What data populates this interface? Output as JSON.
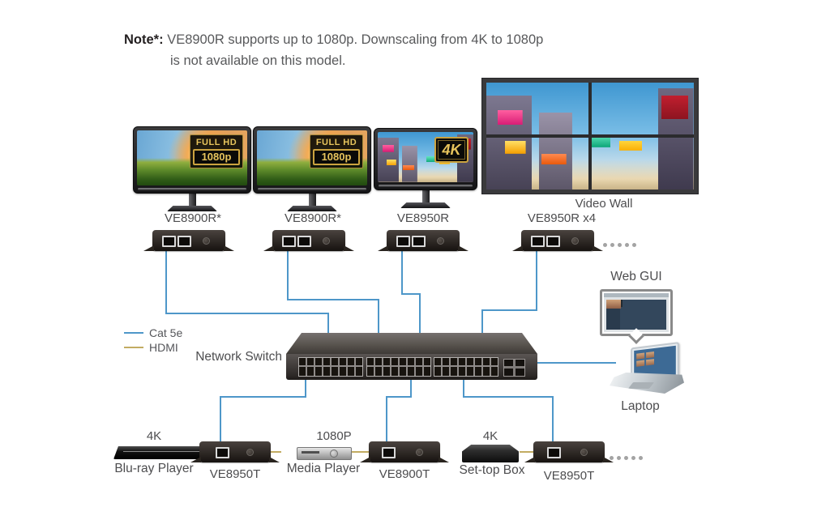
{
  "note": {
    "prefix": "Note*:",
    "line1": "VE8900R supports up to 1080p. Downscaling from 4K to 1080p",
    "line2": "is not available on this model."
  },
  "displays": {
    "monitor1": {
      "badge_title": "FULL HD",
      "badge_res": "1080p"
    },
    "monitor2": {
      "badge_title": "FULL HD",
      "badge_res": "1080p"
    },
    "monitor3": {
      "badge": "4K"
    },
    "video_wall": {
      "label": "Video Wall"
    }
  },
  "receivers": [
    {
      "label": "VE8900R*"
    },
    {
      "label": "VE8900R*"
    },
    {
      "label": "VE8950R"
    },
    {
      "label": "VE8950R x4"
    }
  ],
  "legend": {
    "cat5e_label": "Cat 5e",
    "hdmi_label": "HDMI",
    "cat5e_color": "#4e97c9",
    "hdmi_color": "#c2ac62"
  },
  "network_switch": {
    "label": "Network Switch"
  },
  "web_gui": {
    "label": "Web GUI"
  },
  "laptop": {
    "label": "Laptop"
  },
  "sources": [
    {
      "quality": "4K",
      "name": "Blu-ray Player",
      "transmitter": "VE8950T"
    },
    {
      "quality": "1080P",
      "name": "Media Player",
      "transmitter": "VE8900T"
    },
    {
      "quality": "4K",
      "name": "Set-top Box",
      "transmitter": "VE8950T"
    }
  ]
}
